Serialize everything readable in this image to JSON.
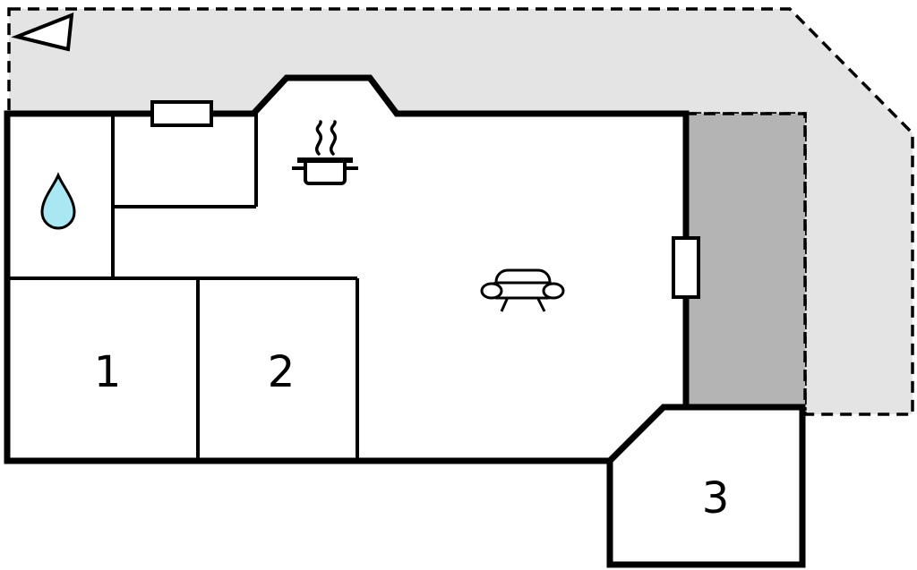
{
  "page": {
    "type": "floor-plan-diagram"
  },
  "colors": {
    "wall": "#000000",
    "room_fill": "#ffffff",
    "terrace_light": "#e4e4e4",
    "terrace_dark": "#b4b4b4",
    "water_drop": "#a9e7f2"
  },
  "rooms": {
    "room1": {
      "label": "1"
    },
    "room2": {
      "label": "2"
    },
    "room3": {
      "label": "3"
    }
  },
  "icons": {
    "direction_arrow": "left-pointing-direction-arrow",
    "water_drop": "water-drop (bathroom)",
    "stove": "cooking-pot-with-steam (kitchen)",
    "sofa": "sofa (living room)"
  },
  "features": {
    "window_top": "window",
    "window_right": "window",
    "terrace_light_area": "outdoor terrace (light)",
    "terrace_dark_area": "covered terrace (dark)"
  }
}
